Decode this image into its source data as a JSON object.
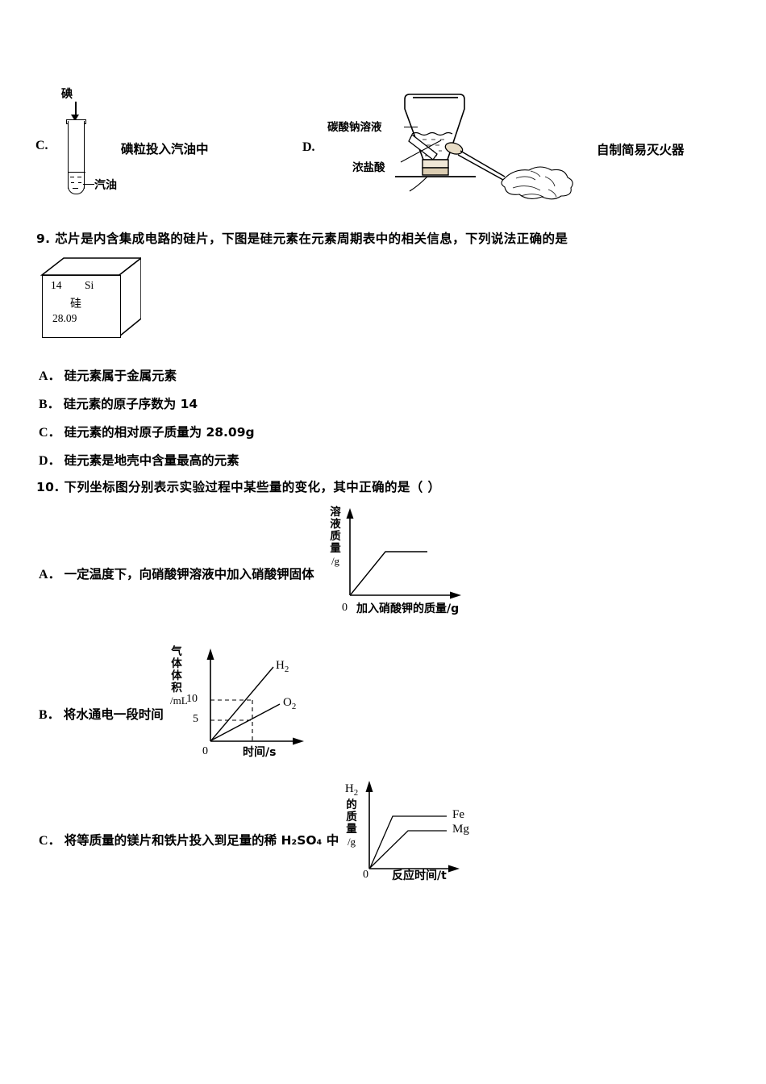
{
  "document": {
    "type": "chemistry-exam-paper",
    "language": "zh-CN"
  },
  "question8_options": {
    "option_c": {
      "letter": "C.",
      "caption": "碘粒投入汽油中",
      "diagram": {
        "name": "test-tube-iodine-gasoline",
        "top_label": "碘",
        "liquid_label": "汽油"
      }
    },
    "option_d": {
      "letter": "D.",
      "caption": "自制简易灭火器",
      "diagram": {
        "name": "homemade-fire-extinguisher",
        "label_top": "碳酸钠溶液",
        "label_bottom": "浓盐酸"
      }
    }
  },
  "question9": {
    "number": "9.",
    "stem": "芯片是内含集成电路的硅片，下图是硅元素在元素周期表中的相关信息，下列说法正确的是",
    "element_card": {
      "atomic_number": "14",
      "symbol": "Si",
      "chinese_name": "硅",
      "relative_atomic_mass": "28.09"
    },
    "options": [
      {
        "letter": "A．",
        "text": "硅元素属于金属元素"
      },
      {
        "letter": "B．",
        "text": "硅元素的原子序数为 14"
      },
      {
        "letter": "C．",
        "text": "硅元素的相对原子质量为 28.09g"
      },
      {
        "letter": "D．",
        "text": "硅元素是地壳中含量最高的元素"
      }
    ]
  },
  "question10": {
    "number": "10.",
    "stem": "下列坐标图分别表示实验过程中某些量的变化，其中正确的是（      ）",
    "options": [
      {
        "letter": "A．",
        "text": "一定温度下，向硝酸钾溶液中加入硝酸钾固体"
      },
      {
        "letter": "B．",
        "text": "将水通电一段时间"
      },
      {
        "letter": "C．",
        "text": "将等质量的镁片和铁片投入到足量的稀 H₂SO₄ 中"
      }
    ]
  },
  "chart_data": [
    {
      "id": "chart-a",
      "type": "line",
      "option": "A",
      "title": "",
      "ylabel_chars": [
        "溶",
        "液",
        "质",
        "量"
      ],
      "ylabel_unit": "/g",
      "ylabel": "溶液质量/g",
      "xlabel": "加入硝酸钾的质量/g",
      "origin_label": "0",
      "grid": false,
      "legend": "none",
      "series": [
        {
          "name": "溶液质量",
          "points": [
            [
              0,
              0
            ],
            [
              44,
              53
            ],
            [
              96,
              53
            ]
          ],
          "description": "线性上升后达到饱和保持水平"
        }
      ],
      "annotations": []
    },
    {
      "id": "chart-b",
      "type": "line",
      "option": "B",
      "title": "",
      "ylabel_chars": [
        "气",
        "体",
        "体",
        "积"
      ],
      "ylabel_unit": "/mL",
      "ylabel": "气体体积/mL",
      "xlabel": "时间/s",
      "origin_label": "0",
      "yticks": [
        "10",
        "5"
      ],
      "grid": false,
      "guides": "dashed",
      "legend": "inline-end-labels",
      "series": [
        {
          "name": "H₂",
          "label": "H2",
          "points": [
            [
              0,
              0
            ],
            [
              78,
              15
            ]
          ],
          "slope": "steep"
        },
        {
          "name": "O₂",
          "label": "O2",
          "points": [
            [
              0,
              0
            ],
            [
              88,
              7.5
            ]
          ],
          "slope": "shallow"
        }
      ],
      "annotations": [
        {
          "text": "10",
          "axis": "y"
        },
        {
          "text": "5",
          "axis": "y"
        }
      ]
    },
    {
      "id": "chart-c",
      "type": "line",
      "option": "C",
      "title": "",
      "ylabel_chars": [
        "H₂",
        "的",
        "质",
        "量"
      ],
      "ylabel_unit": "/g",
      "ylabel": "H2的质量/g",
      "xlabel": "反应时间/t",
      "origin_label": "0",
      "grid": false,
      "legend": "inline-end-labels",
      "series": [
        {
          "name": "Fe",
          "label": "Fe",
          "points": [
            [
              0,
              0
            ],
            [
              32,
              65
            ],
            [
              96,
              65
            ]
          ],
          "plateau": "higher"
        },
        {
          "name": "Mg",
          "label": "Mg",
          "points": [
            [
              0,
              0
            ],
            [
              45,
              47
            ],
            [
              96,
              47
            ]
          ],
          "plateau": "lower"
        }
      ],
      "annotations": []
    }
  ]
}
